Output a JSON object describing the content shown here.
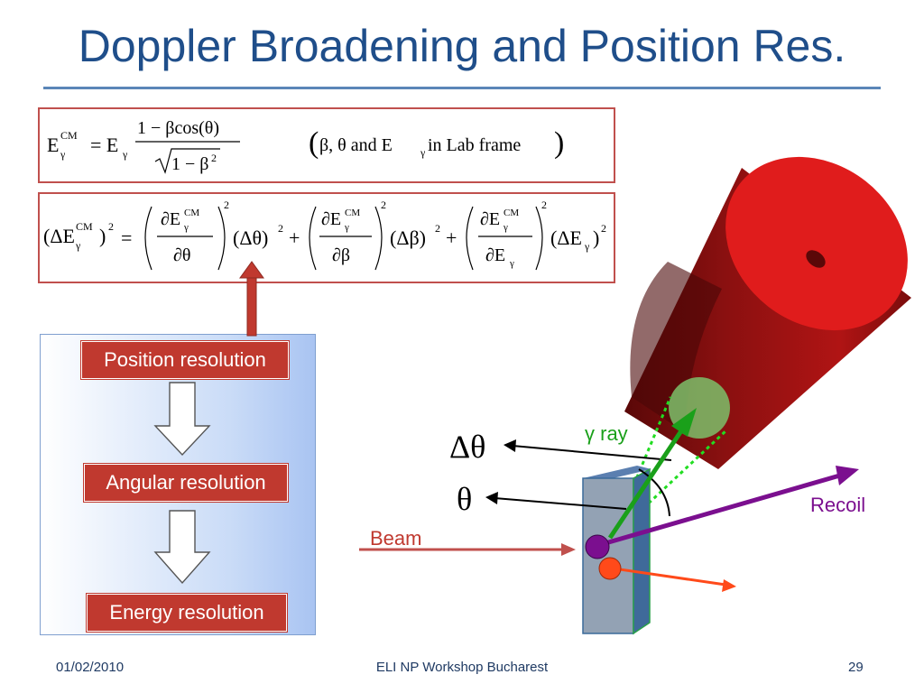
{
  "slide": {
    "title": "Doppler Broadening and Position Res.",
    "footer_date": "01/02/2010",
    "footer_event": "ELI NP Workshop Bucharest",
    "page_number": "29"
  },
  "equation1": {
    "lhs_main": "E",
    "lhs_sup": "CM",
    "lhs_sub": "γ",
    "equals": "= E",
    "rhs_sub": "γ",
    "numerator": "1 − βcos(θ)",
    "denominator_radicand": "1 − β",
    "denominator_exp": "2",
    "paren_open": "(",
    "note_1": "β,  θ and E",
    "note_sub": "γ",
    "note_2": " in Lab frame",
    "paren_close": ")"
  },
  "equation2": {
    "lhs": "(ΔE",
    "lhs_sup": "CM",
    "lhs_sub": "γ",
    "lhs_close": ")",
    "sq": "2",
    "equals": "=",
    "plus": "+",
    "d": "∂E",
    "d_sup": "CM",
    "d_sub": "γ",
    "den1": "∂θ",
    "den2": "∂β",
    "den3": "∂E",
    "den3_sub": "γ",
    "fac1": "(Δθ)",
    "fac2": "(Δβ)",
    "fac3": "(ΔE",
    "fac3_sub": "γ",
    "fac3_close": ")"
  },
  "flow": {
    "steps": [
      "Position resolution",
      "Angular resolution",
      "Energy resolution"
    ]
  },
  "diagram": {
    "delta_theta": "Δθ",
    "theta": "θ",
    "gamma_ray": "γ ray",
    "beam": "Beam",
    "recoil": "Recoil"
  },
  "colors": {
    "title": "#1f4e8a",
    "box_border": "#c0504d",
    "step_fill": "#c0392f",
    "detector_red": "#d01818",
    "gamma_green": "#1aa01a",
    "recoil_purple": "#7b0f8f",
    "beam_red": "#c0504d"
  }
}
